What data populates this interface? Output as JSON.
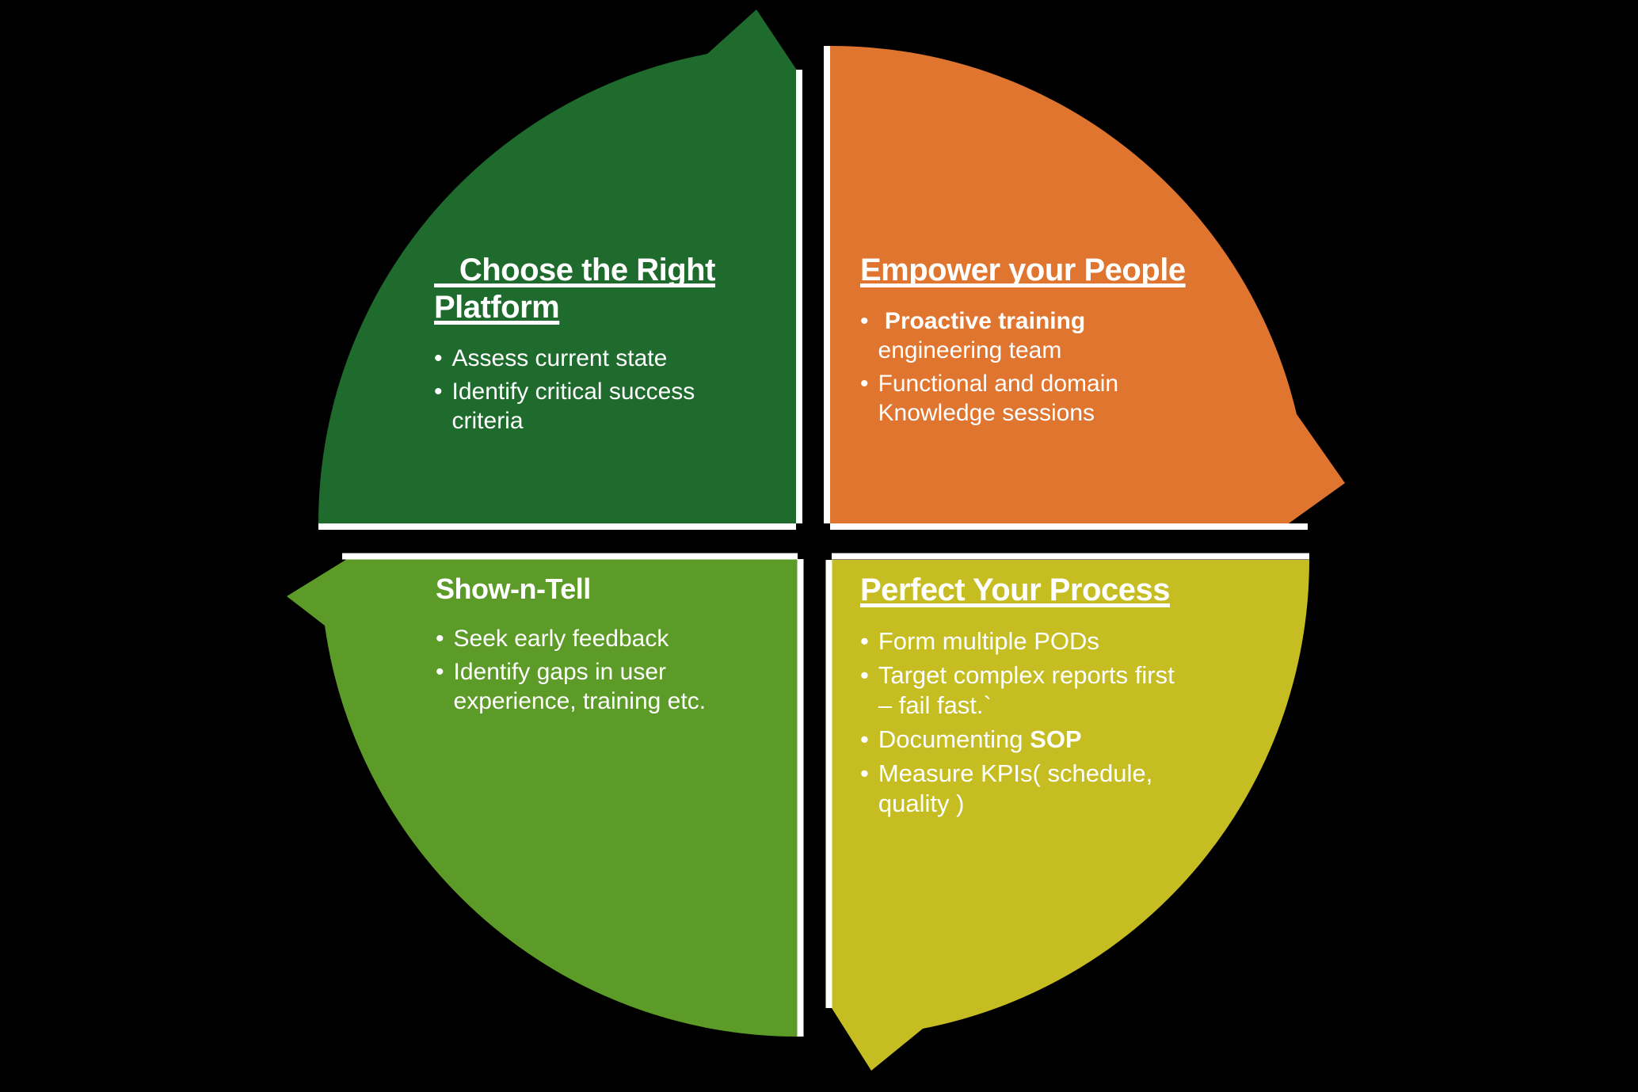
{
  "canvas": {
    "background": "#000000",
    "edge_border_color": "#FFFFFF"
  },
  "bullet_glyph": "•",
  "quadrants": [
    {
      "id": "choose-the-right-platform",
      "color": "#1E6B2D",
      "title": {
        "line1": "   Choose the Right",
        "line2": "Platform"
      },
      "bullets": [
        {
          "line1": "Assess current state"
        },
        {
          "line1": "Identify critical success",
          "line2": "criteria"
        }
      ]
    },
    {
      "id": "empower-your-people",
      "color": "#E0752F",
      "title": {
        "line1": "Empower your People"
      },
      "bullets": [
        {
          "line1_bold": " Proactive training",
          "line2": "engineering team"
        },
        {
          "line1": "Functional and domain",
          "line2": "Knowledge sessions"
        }
      ]
    },
    {
      "id": "show-n-tell",
      "color": "#5C9B28",
      "title": {
        "line1": "Show-n-Tell"
      },
      "bullets": [
        {
          "line1": "Seek early feedback"
        },
        {
          "line1": "Identify gaps in user",
          "line2": "experience, training etc."
        }
      ]
    },
    {
      "id": "perfect-your-process",
      "color": "#C6BD22",
      "title": {
        "line1": "Perfect Your Process"
      },
      "bullets": [
        {
          "line1": "Form multiple PODs"
        },
        {
          "line1": "Target complex reports first",
          "line2": "– fail fast.`"
        },
        {
          "line1": "Documenting ",
          "bold_segment": "SOP"
        },
        {
          "line1": "Measure KPIs( schedule,",
          "line2": "quality )"
        }
      ]
    }
  ]
}
